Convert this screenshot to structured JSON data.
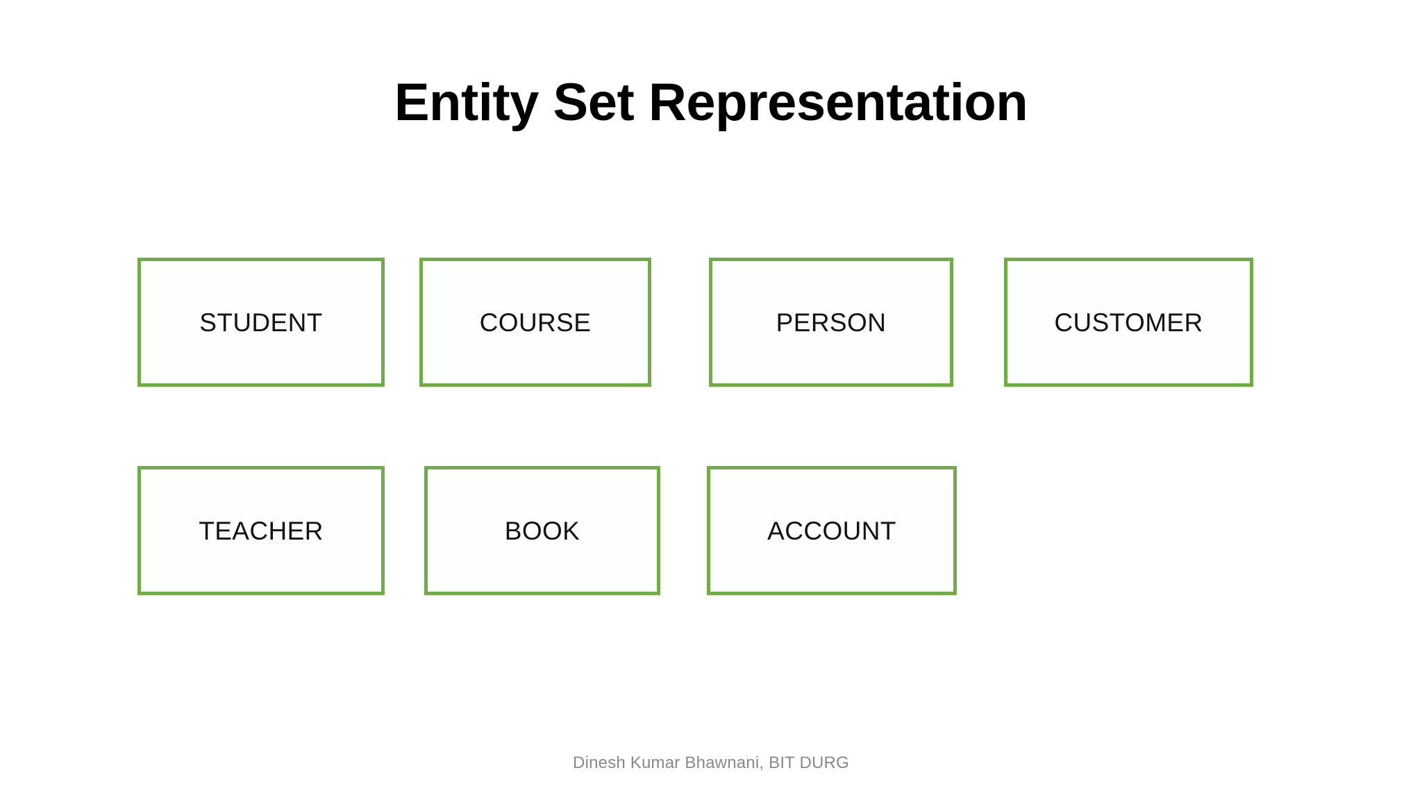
{
  "slide": {
    "title": "Entity Set Representation",
    "footer": "Dinesh Kumar Bhawnani, BIT DURG",
    "background_color": "#FFFFFF",
    "accent_color": "#70AD47",
    "box_fill_color": "#FCFFFC",
    "title_color": "#000000",
    "label_color": "#121212",
    "footer_color": "#898989"
  },
  "entities": {
    "row1": [
      {
        "label": "STUDENT"
      },
      {
        "label": "COURSE"
      },
      {
        "label": "PERSON"
      },
      {
        "label": "CUSTOMER"
      }
    ],
    "row2": [
      {
        "label": "TEACHER"
      },
      {
        "label": "BOOK"
      },
      {
        "label": "ACCOUNT"
      }
    ]
  }
}
